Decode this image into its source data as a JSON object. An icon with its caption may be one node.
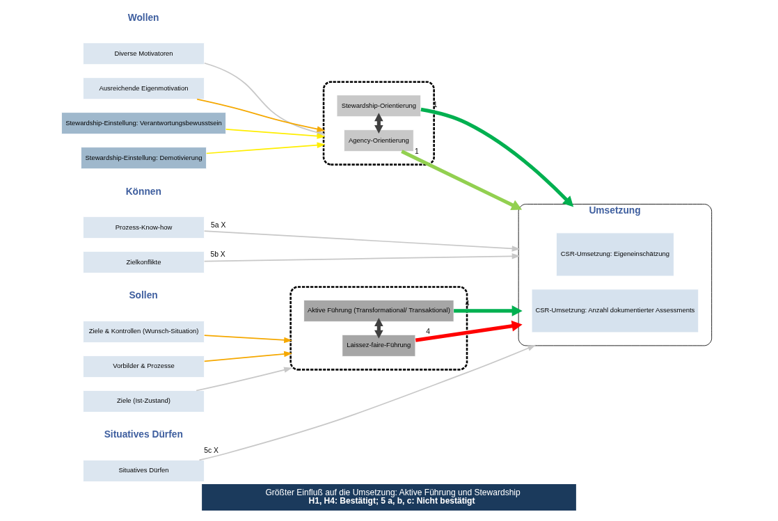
{
  "diagram": {
    "caption": "Größter Einfluß auf die Umsetzung: Aktive Führung und Stewardship",
    "nodes": [
      {
        "text": [
          "Diverse Motivatoren"
        ]
      },
      {
        "text": [
          "Ausreichende Eigenmotivation"
        ]
      },
      {
        "text": [
          "Stewardship-Einstellung: Verantwortungsbewusstsein"
        ]
      },
      {
        "text": [
          "Stewardship-Einstellung: Demotivierung"
        ]
      },
      {
        "text": [],
        "shape": "box"
      },
      {
        "text": [
          "Agency-Orientierung"
        ],
        "in": 4
      },
      {
        "text": [
          "Stewardship-Orientierung"
        ],
        "in": 4
      },
      {
        "text": [
          "Umsetzung"
        ]
      },
      {
        "text": [
          "CSR-Umsetzung: Eigeneinschätzung"
        ],
        "in": 7
      },
      {
        "text": [
          "CSR-Umsetzung: Anzahl dokumentierter Assessments"
        ],
        "in": 7
      },
      {
        "text": [
          "Prozess-Know-how"
        ]
      },
      {
        "text": [
          "Zielkonflikte"
        ]
      },
      {
        "text": [
          "Ziele & Kontrollen (Wunsch-Situation)"
        ]
      },
      {
        "text": [
          "Vorbilder & Prozesse"
        ]
      },
      {
        "text": [
          "Ziele (Ist-Zustand)"
        ]
      },
      {
        "text": [],
        "shape": "box"
      },
      {
        "text": [
          "Laissez-faire-Führung"
        ],
        "in": 15
      },
      {
        "text": [
          "Aktive Führung (Transformational/ Transaktional)"
        ],
        "in": 15
      },
      {
        "text": [
          "Situatives Dürfen"
        ]
      }
    ],
    "edges": [
      {
        "from": 0,
        "to": 4,
        "arrow": "to",
        "color": "#c8c8c8"
      },
      {
        "from": 1,
        "to": 4,
        "arrow": "to",
        "color": "#f5a800"
      },
      {
        "from": 2,
        "to": 4,
        "arrow": "to",
        "color": "#ffee00"
      },
      {
        "from": 3,
        "to": 4,
        "arrow": "to",
        "color": "#ffee00"
      },
      {
        "from": 5,
        "to": 6,
        "arrow": "both",
        "style": "thick",
        "color": "#404040"
      },
      {
        "from": 5,
        "to": 7,
        "arrow": "to",
        "label": "1",
        "style": "thick",
        "color": "#92d050"
      },
      {
        "from": 6,
        "to": 7,
        "arrow": "to",
        "label": "1",
        "style": "thick",
        "color": "#00b050"
      },
      {
        "from": 10,
        "to": 7,
        "arrow": "to",
        "label": "5a X",
        "color": "#c8c8c8"
      },
      {
        "from": 11,
        "to": 7,
        "arrow": "to",
        "label": "5b X",
        "color": "#c8c8c8"
      },
      {
        "from": 12,
        "to": 15,
        "arrow": "to",
        "color": "#f5a800"
      },
      {
        "from": 13,
        "to": 15,
        "arrow": "to",
        "color": "#f5a800"
      },
      {
        "from": 14,
        "to": 15,
        "arrow": "to",
        "color": "#c8c8c8"
      },
      {
        "from": 16,
        "to": 17,
        "arrow": "both",
        "style": "thick",
        "color": "#404040"
      },
      {
        "from": 16,
        "to": 7,
        "arrow": "to",
        "label": "4",
        "style": "thick",
        "color": "#ff0000"
      },
      {
        "from": 17,
        "to": 7,
        "arrow": "to",
        "label": "4",
        "style": "thick",
        "color": "#00b050"
      },
      {
        "from": 18,
        "to": 7,
        "arrow": "to",
        "label": "5c X",
        "color": "#c8c8c8"
      }
    ],
    "labels": [
      "Wollen",
      "Können",
      "Sollen",
      "Situatives Dürfen",
      "H1, H4: Bestätigt; 5 a, b, c: Nicht bestätigt"
    ]
  }
}
